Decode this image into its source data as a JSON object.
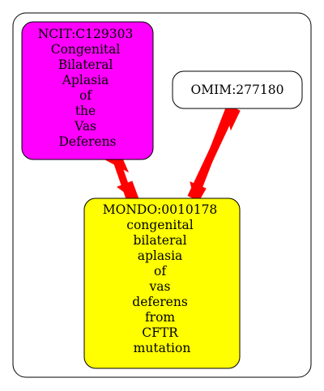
{
  "diagram": {
    "nodes": [
      {
        "id": "ncit",
        "lines": [
          "NCIT:C129303",
          "Congenital",
          "Bilateral",
          "Aplasia",
          "of",
          "the",
          "Vas",
          "Deferens"
        ],
        "fill": "#ff00ff"
      },
      {
        "id": "omim",
        "lines": [
          "OMIM:277180"
        ],
        "fill": "#ffffff"
      },
      {
        "id": "mondo",
        "lines": [
          "MONDO:0010178",
          "congenital",
          "bilateral",
          "aplasia",
          "of",
          "vas",
          "deferens",
          "from",
          "CFTR",
          "mutation"
        ],
        "fill": "#ffff00"
      }
    ],
    "edges": [
      {
        "from": "ncit",
        "to": "mondo",
        "color": "#ff0000",
        "style": "double-headed"
      },
      {
        "from": "omim",
        "to": "mondo",
        "color": "#ff0000",
        "style": "double-headed"
      }
    ],
    "cluster_border": "#000000"
  }
}
